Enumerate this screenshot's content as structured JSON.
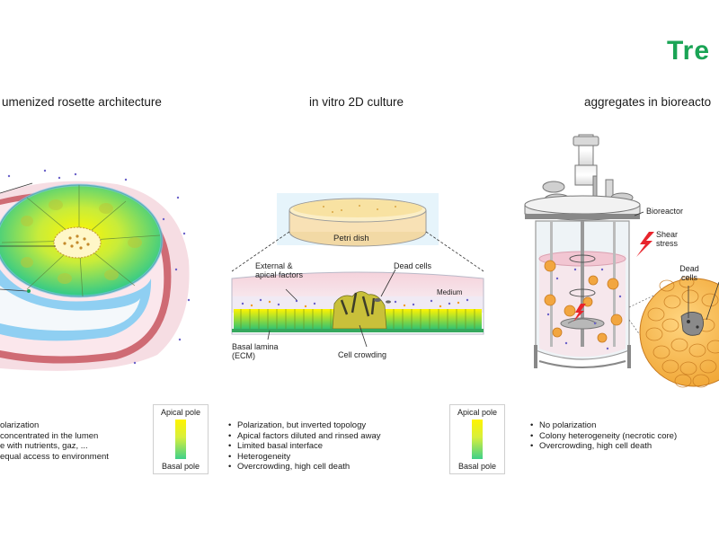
{
  "logo": {
    "text": "Tre"
  },
  "panels": {
    "rosette": {
      "title": "umenized rosette architecture",
      "bullets": [
        "olarization",
        "concentrated in the lumen",
        "e with nutrients, gaz, ...",
        "equal access to environment"
      ]
    },
    "culture2d": {
      "title": "in vitro 2D culture",
      "labels": {
        "petri": "Petri dish",
        "external": "External & apical factors",
        "dead": "Dead cells",
        "medium": "Medium",
        "basal": "Basal lamina (ECM)",
        "crowding": "Cell crowding"
      },
      "bullets": [
        "Polarization, but inverted topology",
        "Apical factors diluted and rinsed away",
        "Limited basal interface",
        "Heterogeneity",
        "Overcrowding, high cell death"
      ]
    },
    "bioreactor": {
      "title": "aggregates in bioreacto",
      "labels": {
        "bioreactor": "Bioreactor",
        "shear": "Shear stress",
        "dead": "Dead cells"
      },
      "bullets": [
        "No polarization",
        "Colony heterogeneity (necrotic core)",
        "Overcrowding, high cell death"
      ]
    }
  },
  "legend": {
    "apical": "Apical pole",
    "basal": "Basal pole"
  },
  "colors": {
    "brand": "#1aa455",
    "apical": "#fff400",
    "basal": "#3fd08a",
    "medium": "#f3c2cf",
    "ecm": "#7fc6ee",
    "cell": "#f2b55a",
    "lightning": "#e8242c"
  }
}
